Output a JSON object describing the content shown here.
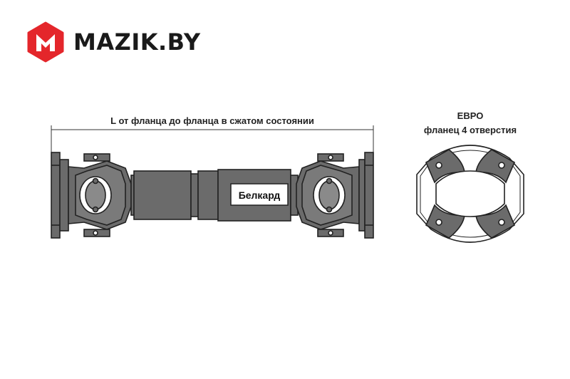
{
  "brand": {
    "name": "MAZIK.BY",
    "logo_letter": "M",
    "logo_color": "#e4262b"
  },
  "drawing": {
    "dimension_label": "L от фланца до фланца в сжатом состоянии",
    "manufacturer_plate": "Белкард",
    "body_color": "#6b6b6b",
    "outline_color": "#222222"
  },
  "flange_view": {
    "title": "ЕВРО",
    "subtitle": "фланец 4 отверстия"
  }
}
